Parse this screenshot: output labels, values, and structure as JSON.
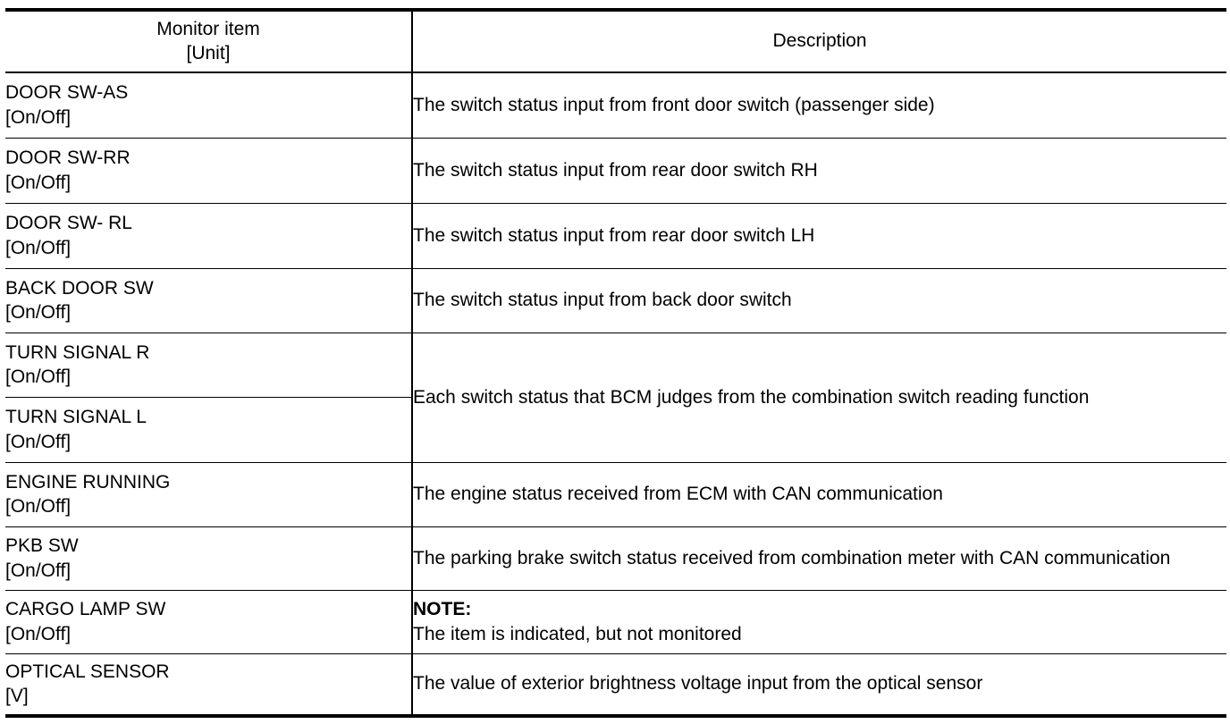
{
  "table": {
    "columns": [
      {
        "header_lines": [
          "Monitor item",
          "[Unit]"
        ]
      },
      {
        "header_lines": [
          "Description"
        ]
      }
    ],
    "header": {
      "monitor_item_line1": "Monitor item",
      "monitor_item_line2": "[Unit]",
      "description": "Description"
    },
    "rows": [
      {
        "item_name": "DOOR SW-AS",
        "item_unit": "[On/Off]",
        "description": "The switch status input from front door switch (passenger side)"
      },
      {
        "item_name": "DOOR SW-RR",
        "item_unit": "[On/Off]",
        "description": "The switch status input from rear door switch RH"
      },
      {
        "item_name": "DOOR SW- RL",
        "item_unit": "[On/Off]",
        "description": "The switch status input from rear door switch LH"
      },
      {
        "item_name": "BACK DOOR SW",
        "item_unit": "[On/Off]",
        "description": "The switch status input from back door switch"
      },
      {
        "item_name": "TURN SIGNAL R",
        "item_unit": "[On/Off]",
        "description": "Each switch status that BCM judges from the combination switch reading function"
      },
      {
        "item_name": "TURN SIGNAL L",
        "item_unit": "[On/Off]",
        "description": ""
      },
      {
        "item_name": "ENGINE RUNNING",
        "item_unit": "[On/Off]",
        "description": "The engine status received from ECM with CAN communication"
      },
      {
        "item_name": "PKB SW",
        "item_unit": "[On/Off]",
        "description": "The parking brake switch status received from combination meter with CAN communication"
      },
      {
        "item_name": "CARGO LAMP SW",
        "item_unit": "[On/Off]",
        "note_label": "NOTE:",
        "description": "The item is indicated, but not monitored"
      },
      {
        "item_name": "OPTICAL SENSOR",
        "item_unit": "[V]",
        "description": "The value of exterior brightness voltage input from the optical sensor"
      }
    ]
  }
}
